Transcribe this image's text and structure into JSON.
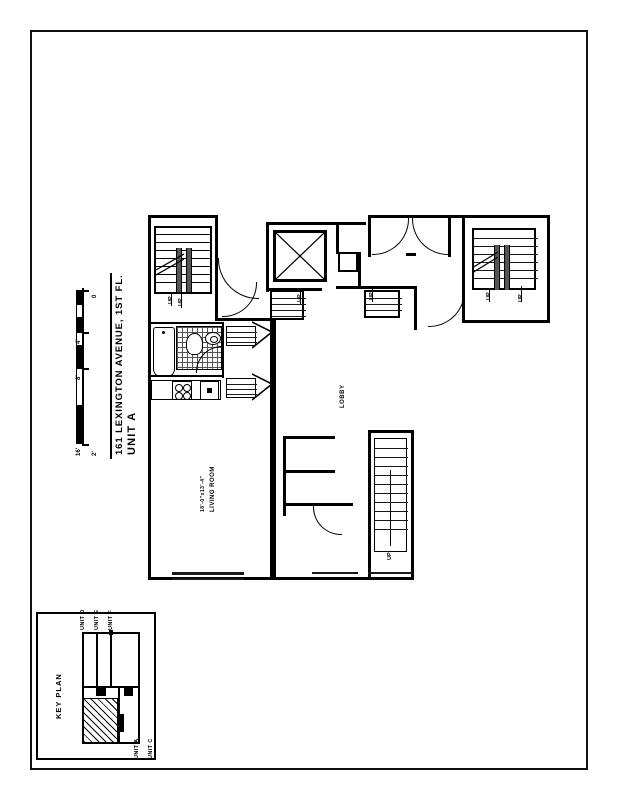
{
  "sheet": {
    "title_unit": "UNIT A",
    "title_address": "161 LEXINGTON AVENUE, 1ST FL."
  },
  "scale_bar": {
    "ticks": [
      "0",
      "4'",
      "8'",
      "16'",
      "2'"
    ],
    "units": "feet"
  },
  "floor_plan": {
    "rooms": [
      {
        "name": "LIVING ROOM",
        "dimensions": "18'-0\"x13'-4\""
      },
      {
        "name": "LOBBY",
        "dimensions": ""
      }
    ],
    "circulation_labels": [
      "UP",
      "UP",
      "UP",
      "UP",
      "UP",
      "UP"
    ],
    "fixture_names": [
      "bathtub",
      "toilet",
      "lavatory",
      "kitchen-range",
      "kitchen-sink",
      "elevator-shaft",
      "closet"
    ]
  },
  "key_plan": {
    "title": "KEY PLAN",
    "units_top": [
      "UNIT D",
      "UNIT E",
      "UNIT F"
    ],
    "units_bottom": [
      "UNIT C",
      "UNIT A"
    ],
    "highlighted_unit": "UNIT A"
  },
  "colors": {
    "line": "#000000",
    "paper": "#ffffff",
    "hatch": "#000000"
  }
}
